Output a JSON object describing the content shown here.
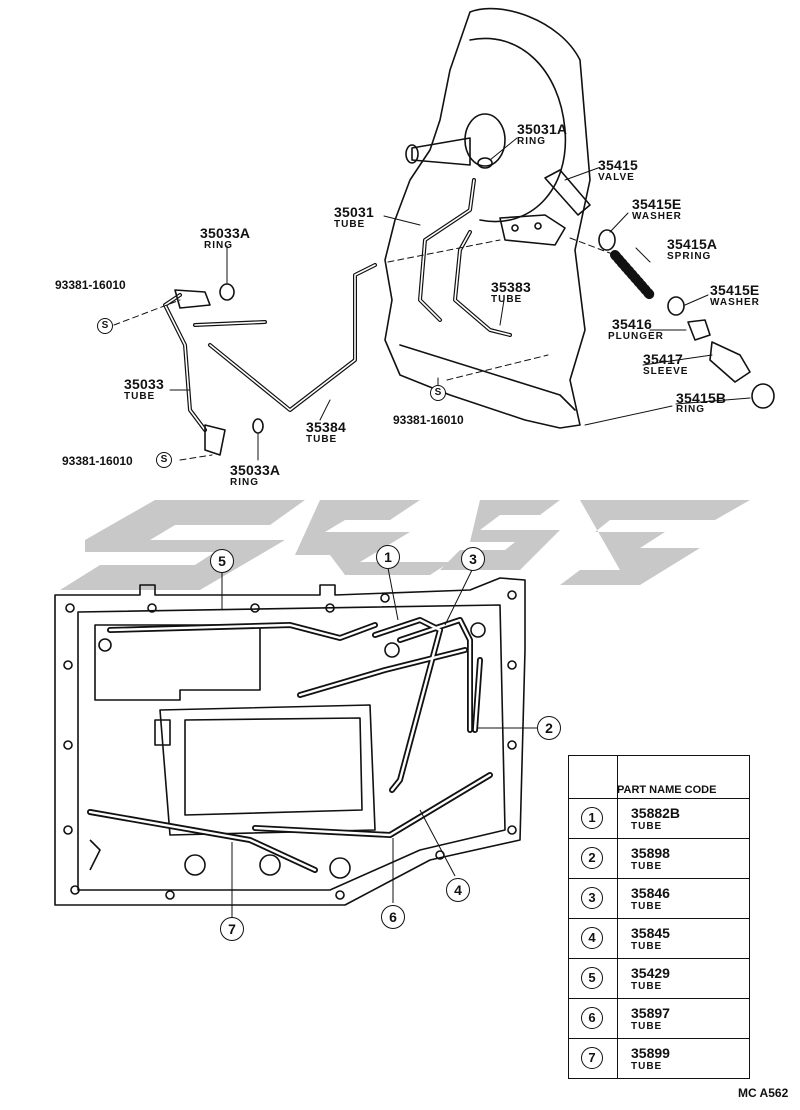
{
  "upper": {
    "callouts": [
      {
        "id": "c1",
        "num": "35031A",
        "name": "RING"
      },
      {
        "id": "c2",
        "num": "35415",
        "name": "VALVE"
      },
      {
        "id": "c3",
        "num": "35031",
        "name": "TUBE"
      },
      {
        "id": "c4",
        "num": "35415E",
        "name": "WASHER"
      },
      {
        "id": "c5",
        "num": "35033A",
        "name": "RING"
      },
      {
        "id": "c6",
        "num": "35415A",
        "name": "SPRING"
      },
      {
        "id": "c7",
        "num": "35383",
        "name": "TUBE"
      },
      {
        "id": "c8",
        "num": "35415E",
        "name": "WASHER"
      },
      {
        "id": "c9",
        "num": "35416",
        "name": "PLUNGER"
      },
      {
        "id": "c10",
        "num": "35033",
        "name": "TUBE"
      },
      {
        "id": "c11",
        "num": "35417",
        "name": "SLEEVE"
      },
      {
        "id": "c12",
        "num": "35384",
        "name": "TUBE"
      },
      {
        "id": "c13",
        "num": "35415B",
        "name": "RING"
      },
      {
        "id": "c14",
        "num": "35033A",
        "name": "RING"
      }
    ],
    "bolts": [
      "93381-16010",
      "93381-16010",
      "93381-16010"
    ],
    "s_symbol": "S"
  },
  "lower": {
    "markers": [
      "5",
      "1",
      "3",
      "2",
      "4",
      "6",
      "7"
    ]
  },
  "table": {
    "header": "PART NAME CODE",
    "rows": [
      {
        "mark": "1",
        "code": "35882B",
        "name": "TUBE"
      },
      {
        "mark": "2",
        "code": "35898",
        "name": "TUBE"
      },
      {
        "mark": "3",
        "code": "35846",
        "name": "TUBE"
      },
      {
        "mark": "4",
        "code": "35845",
        "name": "TUBE"
      },
      {
        "mark": "5",
        "code": "35429",
        "name": "TUBE"
      },
      {
        "mark": "6",
        "code": "35897",
        "name": "TUBE"
      },
      {
        "mark": "7",
        "code": "35899",
        "name": "TUBE"
      }
    ]
  },
  "reference_code": "MC A562"
}
